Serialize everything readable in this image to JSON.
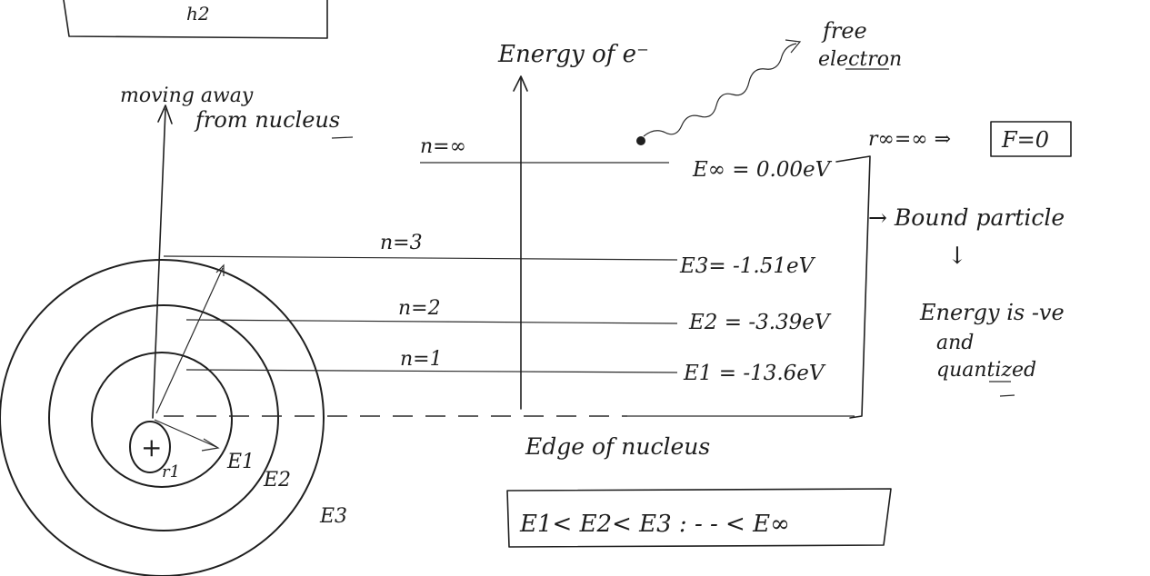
{
  "top_box_fragment": "h2",
  "left_axis_label_line1": "moving away",
  "left_axis_label_line2": "from nucleus",
  "energy_axis_label": "Energy of e⁻",
  "free_electron_line1": "free",
  "free_electron_line2": "electron",
  "r_infinity_relation": "r∞=∞ ⇒",
  "force_zero": "F=0",
  "levels": [
    {
      "n_label": "n=∞",
      "energy_label": "E∞ = 0.00eV",
      "energy_ev": 0.0
    },
    {
      "n_label": "n=3",
      "energy_label": "E3= -1.51eV",
      "energy_ev": -1.51
    },
    {
      "n_label": "n=2",
      "energy_label": "E2 = -3.39eV",
      "energy_ev": -3.39
    },
    {
      "n_label": "n=1",
      "energy_label": "E1 = -13.6eV",
      "energy_ev": -13.6
    }
  ],
  "bound_particle": "→ Bound particle",
  "down_arrow": "↓",
  "energy_is_negative": "Energy is -ve",
  "and_word": "and",
  "quantized_word": "quantized",
  "edge_of_nucleus": "Edge of nucleus",
  "inequality": "E1< E2< E3 : - - < E∞",
  "nucleus_symbol": "+",
  "radius_label": "r1",
  "orbit_labels": [
    "E1",
    "E2",
    "E3"
  ]
}
